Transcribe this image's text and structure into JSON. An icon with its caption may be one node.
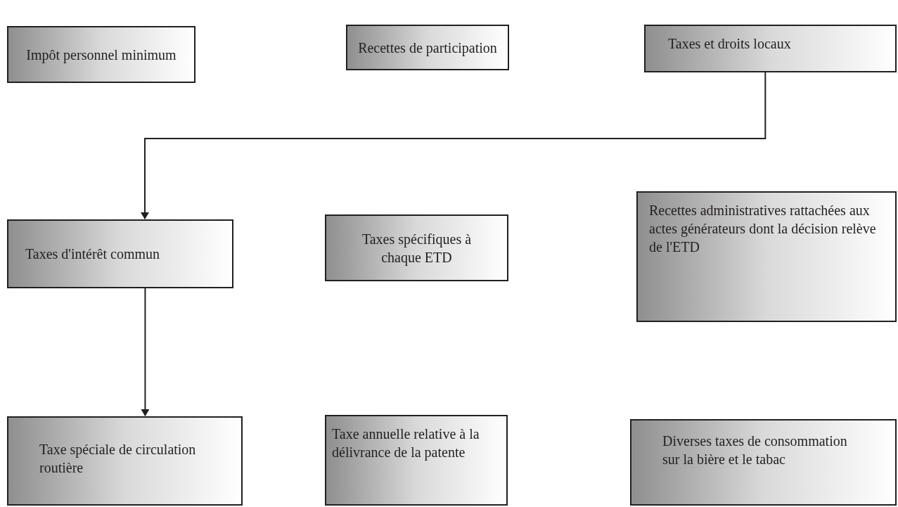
{
  "diagram": {
    "nodes": [
      {
        "text": [
          "Impôt personnel minimum"
        ]
      },
      {
        "text": [
          "Recettes de participation"
        ]
      },
      {
        "text": [
          "Taxes et droits locaux"
        ]
      },
      {
        "text": [
          "Taxes d'intérêt commun"
        ]
      },
      {
        "text": [
          "Taxes spécifiques à chaque ETD"
        ]
      },
      {
        "text": [
          "Recettes administratives rattachées aux actes générateurs dont la décision relève de l'ETD"
        ]
      },
      {
        "text": [
          "Taxe spéciale de circulation routière"
        ]
      },
      {
        "text": [
          "Taxe annuelle relative à la délivrance de la patente"
        ]
      },
      {
        "text": [
          "Diverses taxes de consommation sur la bière et le tabac"
        ]
      }
    ],
    "edges": [
      {
        "from": 2,
        "to": 3,
        "arrow": "to"
      },
      {
        "from": 3,
        "to": 6,
        "arrow": "to"
      }
    ]
  }
}
